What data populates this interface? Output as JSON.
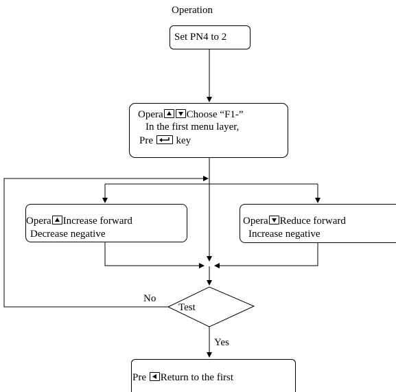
{
  "flow": {
    "start_label": "Operation",
    "step1": "Set PN4 to 2",
    "step2": {
      "line1_prefix": "Opera",
      "line1_suffix": "Choose  “F1-”",
      "line2": "In  the  first  menu  layer,",
      "line3_prefix": "Pre",
      "line3_suffix": "key"
    },
    "left_branch": {
      "prefix": "Opera",
      "line1": "Increase forward",
      "line2": "Decrease negative"
    },
    "right_branch": {
      "prefix": "Opera",
      "line1": "Reduce   forward",
      "line2": "Increase   negative"
    },
    "decision": "Test",
    "no_label": "No",
    "yes_label": "Yes",
    "final": {
      "prefix": "Pre",
      "text": "Return to the first"
    }
  },
  "icons": [
    "up-arrow-key-icon",
    "down-arrow-key-icon",
    "enter-key-icon",
    "left-arrow-key-icon"
  ]
}
